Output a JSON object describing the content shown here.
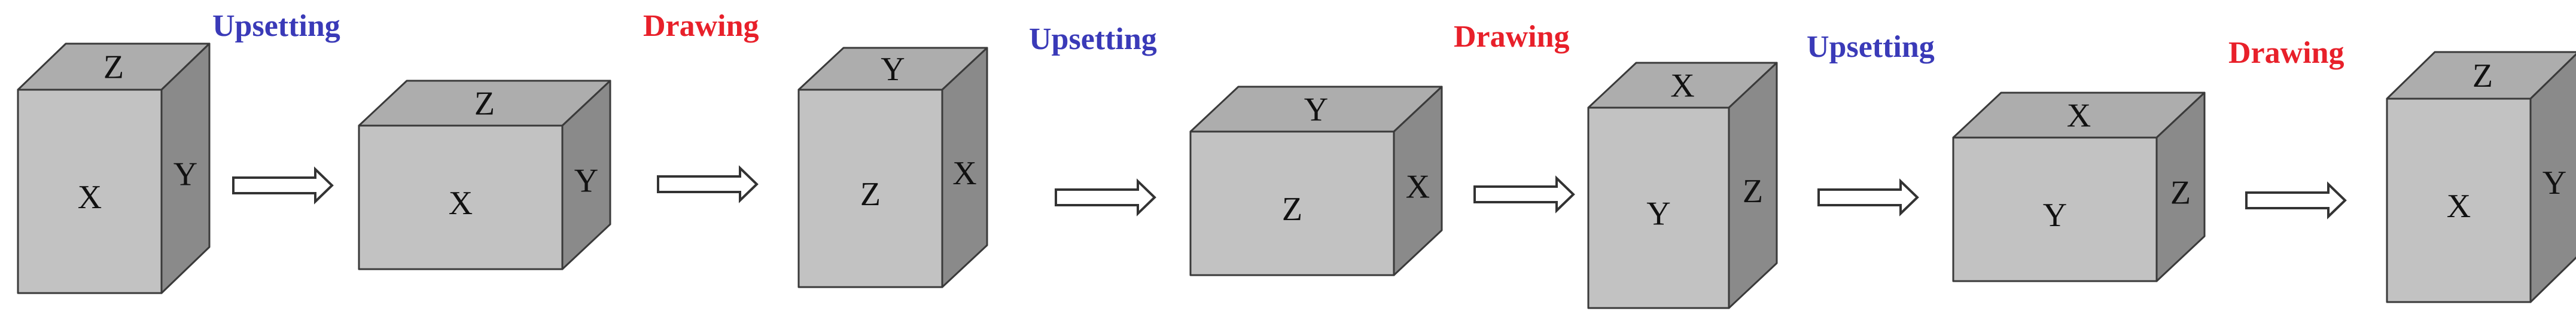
{
  "colors": {
    "upsetting": "#3a3ab8",
    "drawing": "#e8202a"
  },
  "operations": [
    {
      "label": "Upsetting",
      "kind": "upsetting"
    },
    {
      "label": "Drawing",
      "kind": "drawing"
    },
    {
      "label": "Upsetting",
      "kind": "upsetting"
    },
    {
      "label": "Drawing",
      "kind": "drawing"
    },
    {
      "label": "Upsetting",
      "kind": "upsetting"
    },
    {
      "label": "Drawing",
      "kind": "drawing"
    }
  ],
  "blocks": [
    {
      "top": "Z",
      "front": "X",
      "side": "Y"
    },
    {
      "top": "Z",
      "front": "X",
      "side": "Y"
    },
    {
      "top": "Y",
      "front": "Z",
      "side": "X"
    },
    {
      "top": "Y",
      "front": "Z",
      "side": "X"
    },
    {
      "top": "X",
      "front": "Y",
      "side": "Z"
    },
    {
      "top": "X",
      "front": "Y",
      "side": "Z"
    },
    {
      "top": "Z",
      "front": "X",
      "side": "Y"
    }
  ]
}
